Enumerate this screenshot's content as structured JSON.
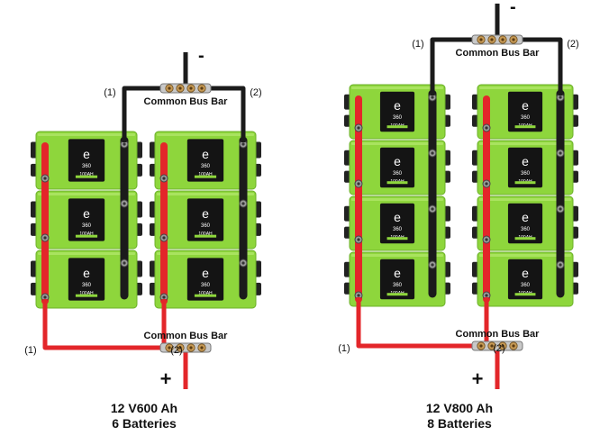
{
  "configs": [
    {
      "top_bus_label": "Common Bus Bar",
      "bottom_bus_label": "Common Bus Bar",
      "top_left_marker": "(1)",
      "top_right_marker": "(2)",
      "bottom_left_marker": "(1)",
      "bottom_right_marker": "(2)",
      "negative_sign": "-",
      "positive_sign": "+",
      "voltage": "12 V",
      "capacity": "600 Ah",
      "battery_count": "6 Batteries",
      "columns": 2,
      "rows": 3
    },
    {
      "top_bus_label": "Common Bus Bar",
      "bottom_bus_label": "Common Bus Bar",
      "top_left_marker": "(1)",
      "top_right_marker": "(2)",
      "bottom_left_marker": "(1)",
      "bottom_right_marker": "(2)",
      "negative_sign": "-",
      "positive_sign": "+",
      "voltage": "12 V",
      "capacity": "800 Ah",
      "battery_count": "8 Batteries",
      "columns": 2,
      "rows": 4
    }
  ],
  "battery_label": {
    "brand_letter": "e",
    "model_number": "360",
    "capacity_tag": "100AH"
  },
  "colors": {
    "battery_green": "#8ed63c",
    "battery_green_dark": "#6cb02a",
    "panel_black": "#141414",
    "negative_wire": "#1b1b1b",
    "positive_wire": "#e3262a",
    "busbar": "#c8c8c8",
    "terminal_brass": "#c79a55"
  }
}
